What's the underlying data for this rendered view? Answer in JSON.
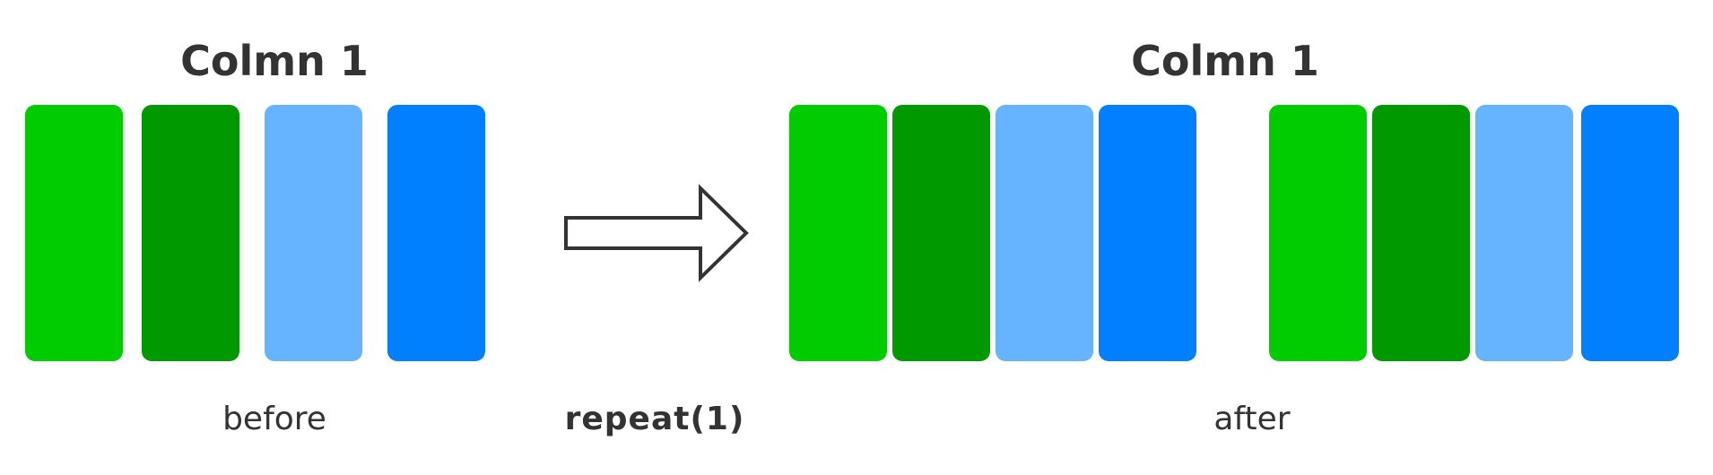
{
  "before": {
    "title": "Colmn 1",
    "caption": "before",
    "tracks": [
      {
        "color": "#00cc00"
      },
      {
        "color": "#009900"
      },
      {
        "color": "#66b3ff"
      },
      {
        "color": "#0080ff"
      }
    ]
  },
  "operation": {
    "label": "repeat(1)",
    "icon": "right-arrow-icon"
  },
  "after": {
    "title": "Colmn 1",
    "caption": "after",
    "tracks": [
      {
        "color": "#00cc00"
      },
      {
        "color": "#009900"
      },
      {
        "color": "#66b3ff"
      },
      {
        "color": "#0080ff"
      },
      {
        "color": "#00cc00"
      },
      {
        "color": "#009900"
      },
      {
        "color": "#66b3ff"
      },
      {
        "color": "#0080ff"
      }
    ]
  }
}
